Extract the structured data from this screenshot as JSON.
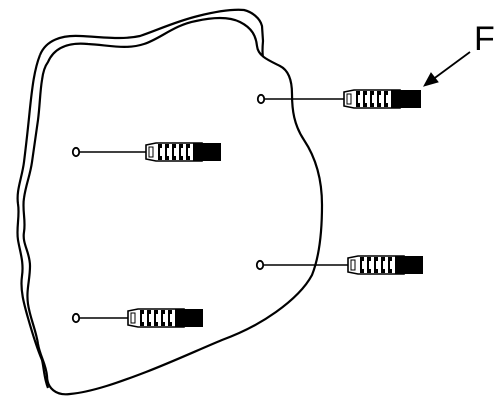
{
  "diagram": {
    "part_label": "F",
    "colors": {
      "line": "#000000",
      "background": "#ffffff"
    },
    "anchors": [
      {
        "id": "anchor-1"
      },
      {
        "id": "anchor-2"
      },
      {
        "id": "anchor-3"
      },
      {
        "id": "anchor-4"
      }
    ]
  }
}
